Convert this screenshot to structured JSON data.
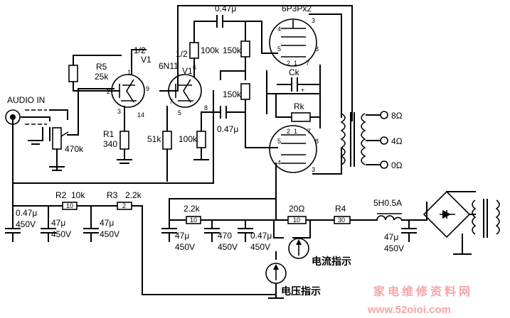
{
  "title": "",
  "input": {
    "label": "AUDIO IN"
  },
  "tubes": {
    "v1_half": "V1",
    "v1b_half": "V1",
    "v1_fraction": "1/2",
    "v1b_fraction": "1/2",
    "v1_type": "6N11",
    "output_type": "6P3Px2"
  },
  "pins": {
    "v1a_1": "1",
    "v1a_2": "2",
    "v1a_3": "3",
    "v1a_9": "9",
    "v1a_14": "14",
    "v1b_6": "6",
    "v1b_7": "7",
    "v1b_5": "5",
    "v1b_8": "8",
    "top_4": "4",
    "top_3": "3",
    "top_5": "5",
    "top_8": "8",
    "top_2": "2",
    "top_1": "1",
    "top_7": "7",
    "bot_2": "2",
    "bot_1": "1",
    "bot_7": "7",
    "bot_5": "5",
    "bot_8": "8",
    "bot_4": "4",
    "bot_3": "3"
  },
  "components": {
    "r5": "R5",
    "r5_val": "25k",
    "r1": "R1",
    "r1_val": "340",
    "vol": "470k",
    "r_51k": "51k",
    "r_100k_a": "100k",
    "r_100k_b": "100k",
    "c_047_top": "0.47μ",
    "c_047_mid": "0.47μ",
    "r_150k_a": "150k",
    "r_150k_b": "150k",
    "ck": "Ck",
    "rk": "Rk",
    "r2": "R2",
    "r2_val": "10k",
    "r3": "R3",
    "r3_val": "2.2k",
    "r_22k": "2.2k",
    "r_20": "20Ω",
    "r4": "R4",
    "choke": "5H0.5A",
    "c1_v": "0.47μ",
    "c1_v2": "450V",
    "c2_v": "47μ",
    "c2_v2": "450V",
    "c3_v": "47μ",
    "c3_v2": "450V",
    "c4_v": "47μ",
    "c4_v2": "450V",
    "c5_v": "470",
    "c5_v2": "450V",
    "c6_v": "0.47μ",
    "c6_v2": "450V",
    "c7_v": "47μ",
    "c7_v2": "450V",
    "mark_10": "10",
    "mark_2": "2",
    "mark_10b": "10",
    "mark_10c": "10",
    "mark_30": "30",
    "plus": "+"
  },
  "outputs": {
    "o8": "8Ω",
    "o4": "4Ω",
    "o0": "0Ω"
  },
  "meters": {
    "current": "电流指示",
    "voltage": "电压指示"
  },
  "watermark": {
    "cn": "家电维修资料网",
    "url": "www.52oioi.com"
  }
}
